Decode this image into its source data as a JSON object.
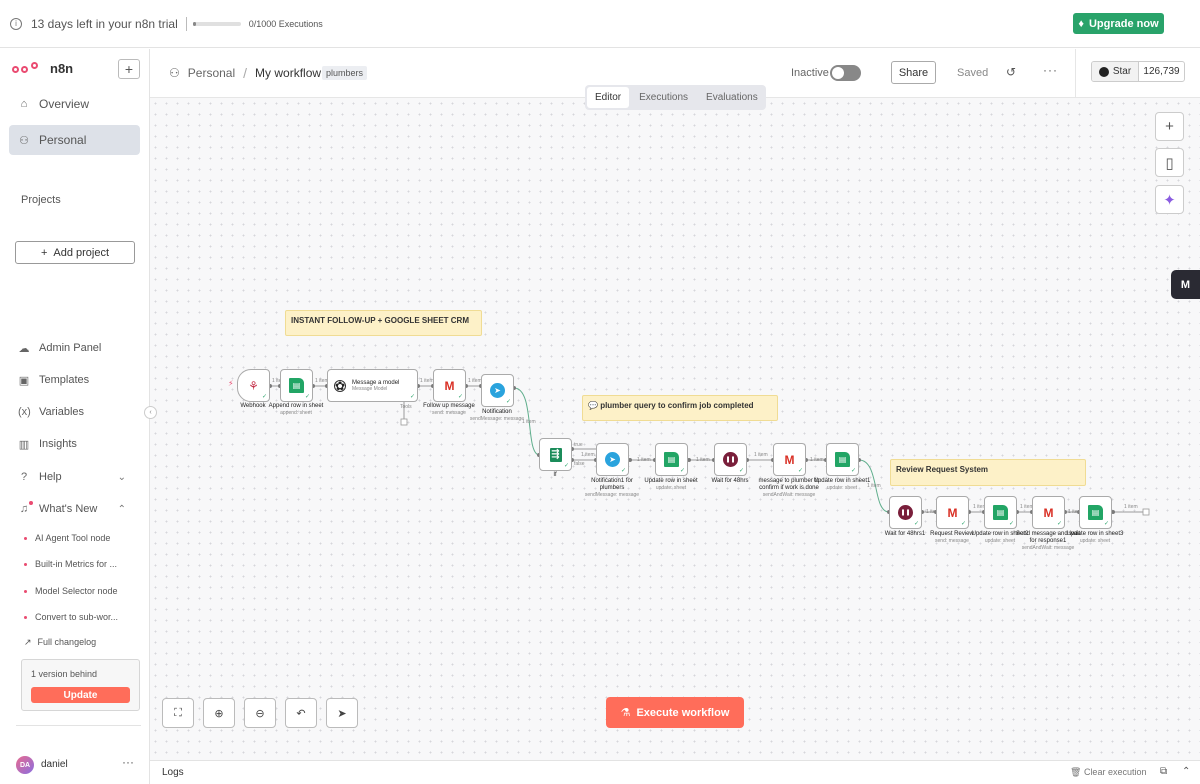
{
  "banner": {
    "trial_text": "13 days left in your n8n trial",
    "executions_text": "0/1000 Executions",
    "executions_fraction": 0.0,
    "upgrade_label": "Upgrade now"
  },
  "sidebar": {
    "brand": "n8n",
    "nav": [
      {
        "label": "Overview",
        "icon": "home-icon"
      },
      {
        "label": "Personal",
        "icon": "user-icon",
        "active": true
      }
    ],
    "projects_label": "Projects",
    "add_project_label": "Add project",
    "lower_nav": [
      {
        "label": "Admin Panel",
        "icon": "cloud-icon"
      },
      {
        "label": "Templates",
        "icon": "box-icon"
      },
      {
        "label": "Variables",
        "icon": "variable-icon"
      },
      {
        "label": "Insights",
        "icon": "chart-icon"
      },
      {
        "label": "Help",
        "icon": "help-icon"
      },
      {
        "label": "What's New",
        "icon": "bell-icon"
      }
    ],
    "news": [
      "AI Agent Tool node",
      "Built-in Metrics for ...",
      "Model Selector node",
      "Convert to sub-wor..."
    ],
    "changelog_label": "Full changelog",
    "version_text": "1 version behind",
    "update_label": "Update",
    "user_initials": "DA",
    "user_name": "daniel"
  },
  "header": {
    "project": "Personal",
    "workflow_name": "My workflow",
    "tag": "plumbers",
    "active_state": "Inactive",
    "share_label": "Share",
    "saved_label": "Saved",
    "star_label": "Star",
    "star_count": "126,739"
  },
  "canvas": {
    "tabs": [
      "Editor",
      "Executions",
      "Evaluations"
    ],
    "active_tab": "Editor",
    "stickies": [
      "INSTANT FOLLOW-UP + GOOGLE SHEET CRM",
      "plumber query to confirm job completed",
      "Review Request System"
    ],
    "nodes": {
      "webhook": {
        "title": "Webhook"
      },
      "append_row": {
        "title": "Append row in sheet",
        "sub": "append: sheet"
      },
      "message_model": {
        "title": "Message a model",
        "sub": "Message Model"
      },
      "follow_up": {
        "title": "Follow up message",
        "sub": "send: message"
      },
      "notification": {
        "title": "Notification",
        "sub": "sendMessage: message"
      },
      "if": {
        "title": "If"
      },
      "notification1": {
        "title": "Notification1 for plumbers",
        "sub": "sendMessage: message"
      },
      "update_row": {
        "title": "Update row in sheet",
        "sub": "update: sheet"
      },
      "wait_48": {
        "title": "Wait for 48hrs"
      },
      "message_plumber": {
        "title": "message to plumber to confirm if work is done",
        "sub": "sendAndWait: message"
      },
      "update_row1": {
        "title": "Update row in sheet1",
        "sub": "update: sheet"
      },
      "wait_48_1": {
        "title": "Wait for 48hrs1"
      },
      "request_review": {
        "title": "Request Review",
        "sub": "send: message"
      },
      "update_row2": {
        "title": "Update row in sheet2",
        "sub": "update: sheet"
      },
      "send_message": {
        "title": "Send message and wait for response1",
        "sub": "sendAndWait: message"
      },
      "update_row3": {
        "title": "Update row in sheet3",
        "sub": "update: sheet"
      }
    },
    "edge_labels": {
      "item": "1 item",
      "true": "true",
      "false": "false",
      "tools": "Tools"
    },
    "execute_label": "Execute workflow"
  },
  "logs": {
    "label": "Logs",
    "clear_label": "Clear execution"
  }
}
